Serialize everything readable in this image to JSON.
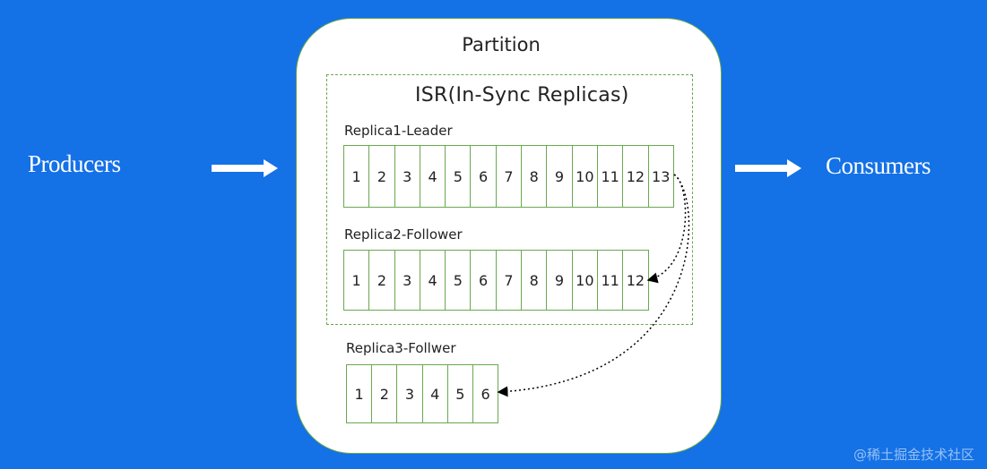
{
  "producers_label": "Producers",
  "consumers_label": "Consumers",
  "partition": {
    "title": "Partition",
    "isr_title": "ISR(In-Sync Replicas)",
    "replicas": [
      {
        "label": "Replica1-Leader",
        "cells": [
          "1",
          "2",
          "3",
          "4",
          "5",
          "6",
          "7",
          "8",
          "9",
          "10",
          "11",
          "12",
          "13"
        ]
      },
      {
        "label": "Replica2-Follower",
        "cells": [
          "1",
          "2",
          "3",
          "4",
          "5",
          "6",
          "7",
          "8",
          "9",
          "10",
          "11",
          "12"
        ]
      },
      {
        "label": "Replica3-Follwer",
        "cells": [
          "1",
          "2",
          "3",
          "4",
          "5",
          "6"
        ]
      }
    ]
  },
  "watermark": "@稀土掘金技术社区",
  "colors": {
    "background": "#1471e6",
    "box_border": "#6aa84f",
    "box_fill": "#ffffff"
  }
}
